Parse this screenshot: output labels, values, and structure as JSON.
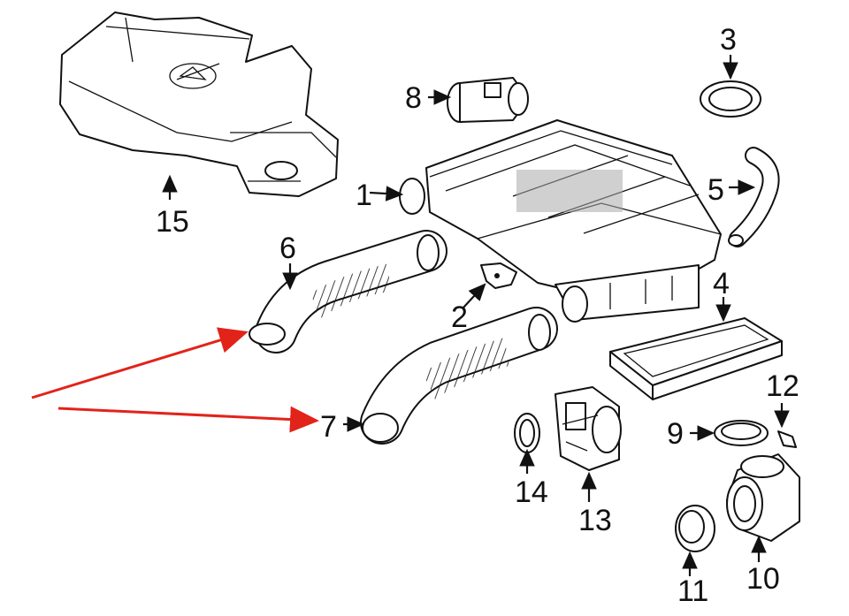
{
  "diagram": {
    "callouts": [
      {
        "id": "c1",
        "text": "1"
      },
      {
        "id": "c2",
        "text": "2"
      },
      {
        "id": "c3",
        "text": "3"
      },
      {
        "id": "c4",
        "text": "4"
      },
      {
        "id": "c5",
        "text": "5"
      },
      {
        "id": "c6",
        "text": "6"
      },
      {
        "id": "c7",
        "text": "7"
      },
      {
        "id": "c8",
        "text": "8"
      },
      {
        "id": "c9",
        "text": "9"
      },
      {
        "id": "c10",
        "text": "10"
      },
      {
        "id": "c11",
        "text": "11"
      },
      {
        "id": "c12",
        "text": "12"
      },
      {
        "id": "c13",
        "text": "13"
      },
      {
        "id": "c14",
        "text": "14"
      },
      {
        "id": "c15",
        "text": "15"
      }
    ],
    "colors": {
      "line": "#111111",
      "highlight_arrow": "#e2231a",
      "background": "#ffffff"
    }
  }
}
